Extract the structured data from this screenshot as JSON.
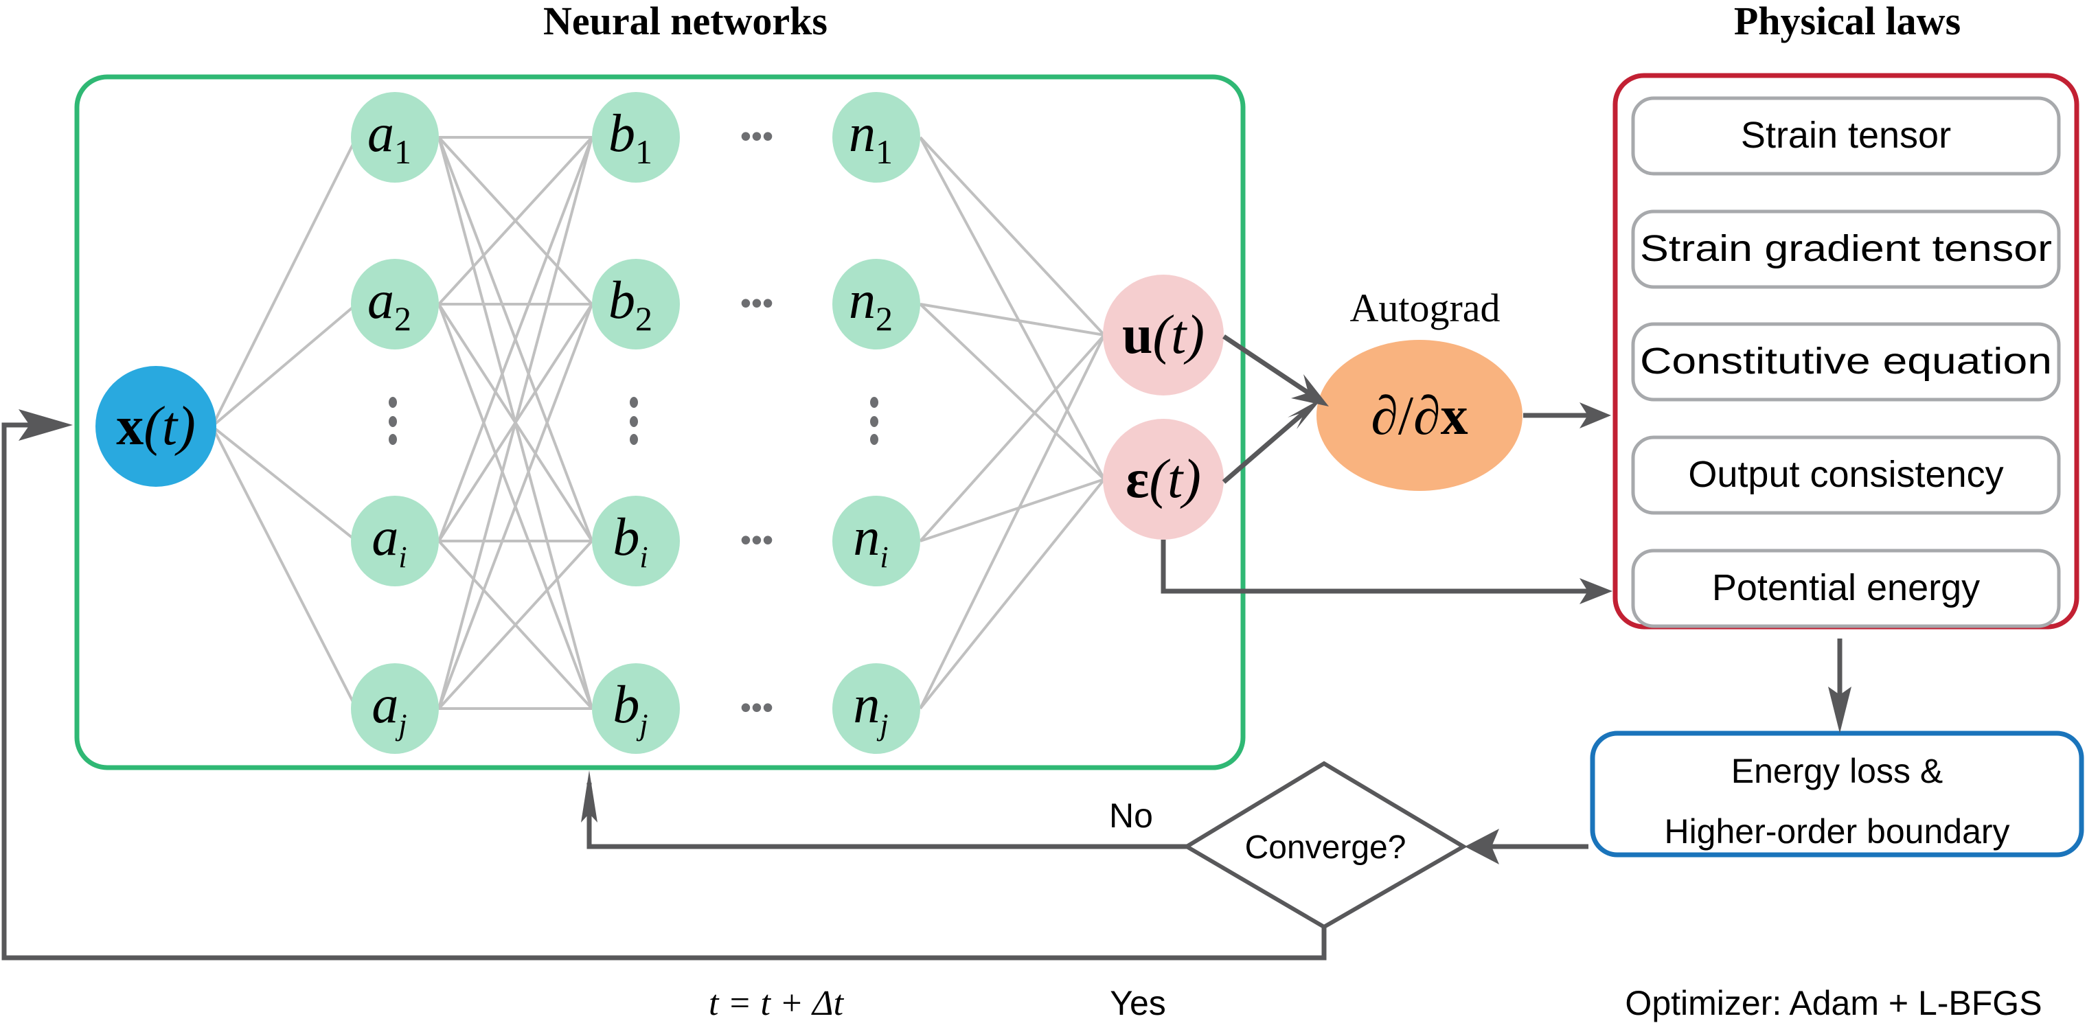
{
  "titles": {
    "neural_networks": "Neural networks",
    "physical_laws": "Physical laws"
  },
  "colors": {
    "nn_box": "#2fb874",
    "laws_box": "#c22033",
    "loss_box": "#1a74bb",
    "input_node": "#29a9df",
    "hidden_node": "#abe3c9",
    "output_node": "#f5cecf",
    "autograd_node": "#f9b37f",
    "connection": "#c0c0c0",
    "arrow": "#58585a"
  },
  "input_node": {
    "label": "x",
    "arg": "(t)"
  },
  "hidden_layers": [
    {
      "letter": "a",
      "subs": [
        "1",
        "2",
        "i",
        "j"
      ]
    },
    {
      "letter": "b",
      "subs": [
        "1",
        "2",
        "i",
        "j"
      ]
    },
    {
      "letter": "n",
      "subs": [
        "1",
        "2",
        "i",
        "j"
      ]
    }
  ],
  "ellipsis_h": "•••",
  "output_nodes": [
    {
      "label": "u",
      "arg": "(t)"
    },
    {
      "label": "ε",
      "arg": "(t)"
    }
  ],
  "autograd": {
    "caption": "Autograd",
    "label_partial": "∂/∂",
    "label_var": "x"
  },
  "physical_laws": [
    "Strain tensor",
    "Strain gradient tensor",
    "Constitutive equation",
    "Output consistency",
    "Potential energy"
  ],
  "loss_box": {
    "line1": "Energy loss &",
    "line2": "Higher-order boundary"
  },
  "decision": {
    "label": "Converge?",
    "no": "No",
    "yes": "Yes"
  },
  "time_update": "t = t + Δt",
  "optimizer": "Optimizer: Adam + L-BFGS"
}
